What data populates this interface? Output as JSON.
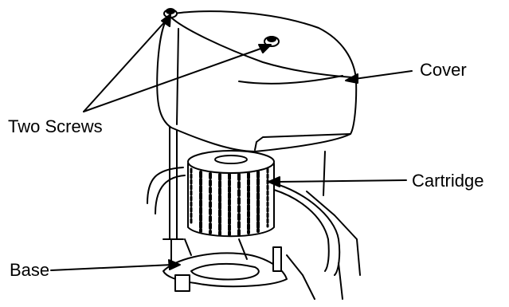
{
  "labels": {
    "cover": "Cover",
    "screws": "Two Screws",
    "cartridge": "Cartridge",
    "base": "Base"
  },
  "colors": {
    "line": "#000000",
    "background": "#ffffff"
  }
}
